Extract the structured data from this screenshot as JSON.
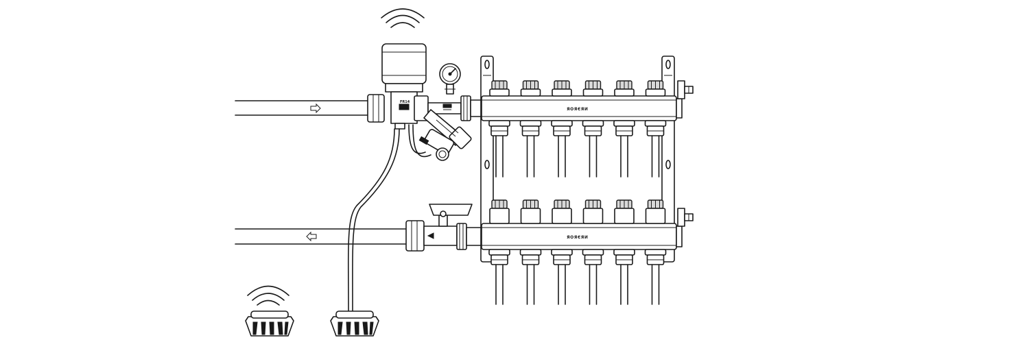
{
  "manifold": {
    "brand_label_top": "ЯОЯЄЯИ",
    "brand_label_bottom": "ЯОЯЄЯИ",
    "valve_label": "FR14",
    "outlets_per_bar": 6
  },
  "icons": {
    "wireless_actuator": "wifi-signal-icon",
    "wireless_thermostat": "wifi-signal-icon",
    "supply_arrow": "arrow-right-icon",
    "return_arrow": "arrow-left-icon"
  },
  "colors": {
    "line": "#1a1a1a",
    "fill": "#ffffff",
    "shade": "#d9d9d9"
  }
}
